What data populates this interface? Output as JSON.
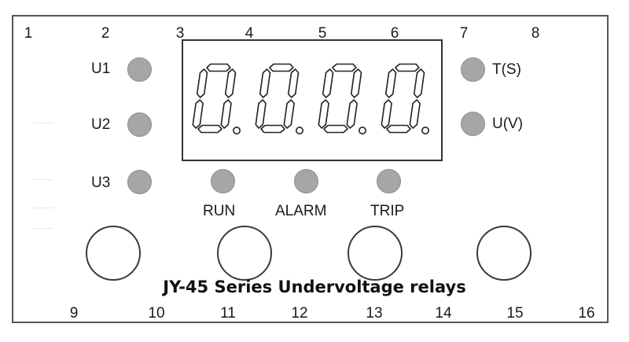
{
  "top_numbers": [
    "1",
    "2",
    "3",
    "4",
    "5",
    "6",
    "7",
    "8"
  ],
  "bottom_numbers": [
    "9",
    "10",
    "11",
    "12",
    "13",
    "14",
    "15",
    "16"
  ],
  "left_indicators": [
    "U1",
    "U2",
    "U3"
  ],
  "right_indicators": [
    "T(S)",
    "U(V)"
  ],
  "status_indicators": [
    "RUN",
    "ALARM",
    "TRIP"
  ],
  "display": {
    "digits": [
      "0",
      "0",
      "0",
      "0"
    ]
  },
  "caption": "JY-45 Series Undervoltage relays",
  "colors": {
    "led": "#a6a6a6",
    "outline": "#333333",
    "background": "#ffffff"
  }
}
